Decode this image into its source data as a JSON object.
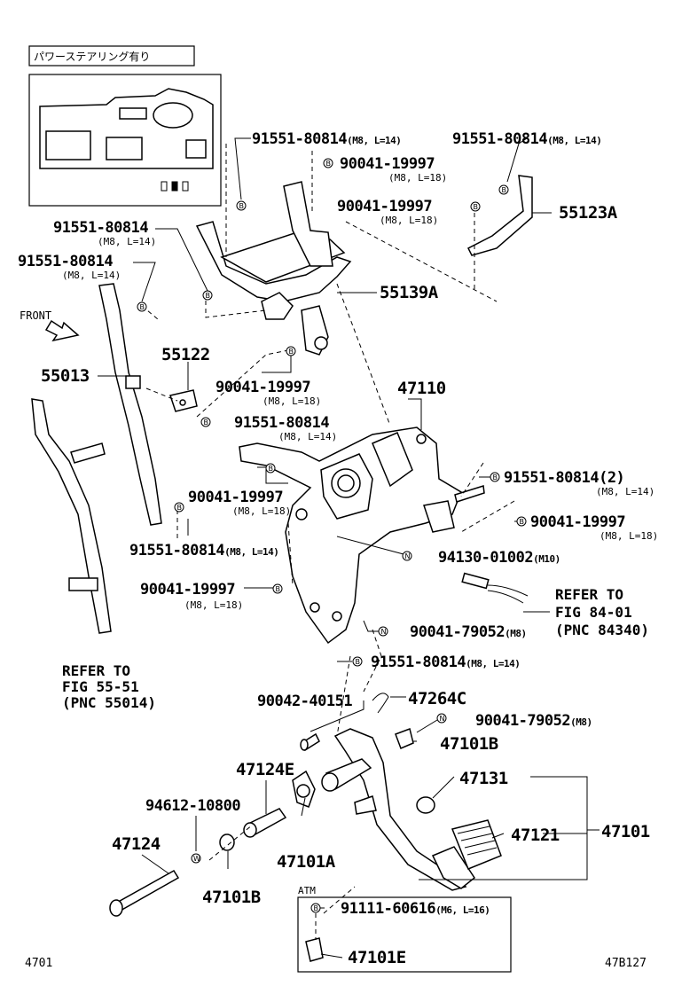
{
  "inset": {
    "label": "パワーステアリング有り"
  },
  "callouts": {
    "c1_pn": "91551-80814",
    "c1_sp": "(M8, L=14)",
    "c2_pn": "90041-19997",
    "c2_sp": "(M8, L=18)",
    "c3_pn": "91551-80814",
    "c3_sp": "(M8, L=14)",
    "c4_pn": "90041-19997",
    "c4_sp": "(M8, L=18)",
    "c5_pn": "55123A",
    "c6_pn": "91551-80814",
    "c6_sp": "(M8, L=14)",
    "c7_pn": "91551-80814",
    "c7_sp": "(M8, L=14)",
    "c8_pn": "55139A",
    "c9_pn": "55122",
    "c10_pn": "55013",
    "c11_pn": "90041-19997",
    "c11_sp": "(M8, L=18)",
    "c12_pn": "91551-80814",
    "c12_sp": "(M8, L=14)",
    "c13_pn": "47110",
    "c14_pn": "91551-80814(2)",
    "c14_sp": "(M8, L=14)",
    "c15_pn": "90041-19997",
    "c15_sp": "(M8, L=18)",
    "c16_pn": "90041-19997",
    "c16_sp": "(M8, L=18)",
    "c17_pn": "91551-80814",
    "c17_sp": "(M8, L=14)",
    "c18_pn": "94130-01002",
    "c18_sp": "(M10)",
    "c19_pn": "90041-19997",
    "c19_sp": "(M8, L=18)",
    "c20_pn": "90041-79052",
    "c20_sp": "(M8)",
    "c21_pn": "91551-80814",
    "c21_sp": "(M8, L=14)",
    "c22_pn": "90042-40151",
    "c23_pn": "47264C",
    "c24_pn": "90041-79052",
    "c24_sp": "(M8)",
    "c25_pn": "47101B",
    "c26_pn": "47124E",
    "c27_pn": "47131",
    "c28_pn": "94612-10800",
    "c29_pn": "47124",
    "c30_pn": "47121",
    "c31_pn": "47101",
    "c32_pn": "47101A",
    "c33_pn": "47101B",
    "c34_pn": "91111-60616",
    "c34_sp": "(M6, L=16)",
    "c35_pn": "47101E"
  },
  "front_label": "FRONT",
  "refer_a": {
    "l1": "REFER TO",
    "l2": "FIG 55-51",
    "l3": "(PNC 55014)"
  },
  "refer_b": {
    "l1": "REFER TO",
    "l2": "FIG 84-01",
    "l3": "(PNC 84340)"
  },
  "atm_label": "ATM",
  "symbols": {
    "b": "B",
    "n": "N",
    "w": "W"
  },
  "footer": {
    "left": "4701",
    "right": "47B127"
  }
}
